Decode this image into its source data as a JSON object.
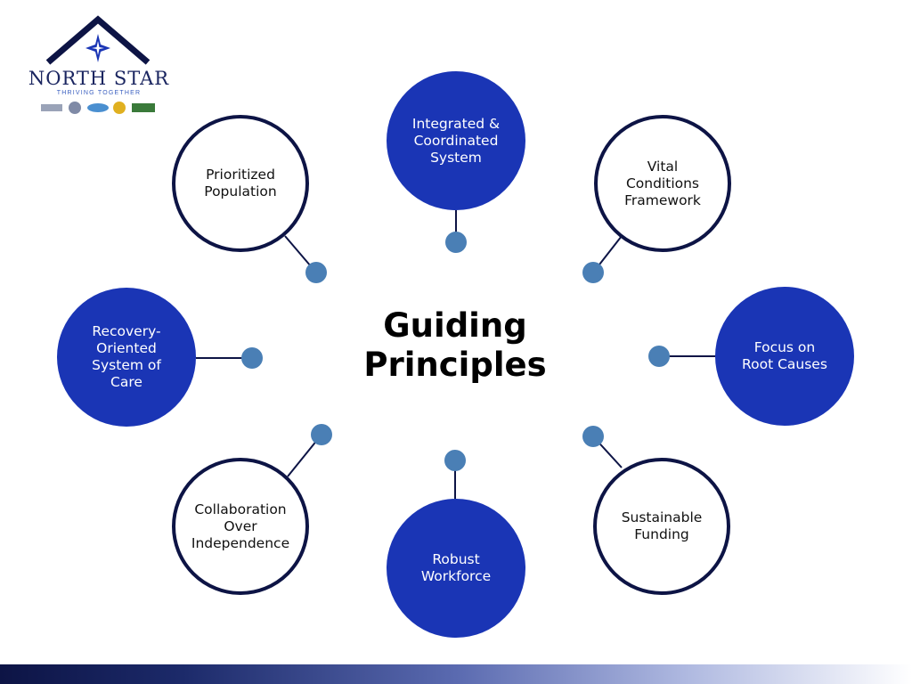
{
  "logo": {
    "name": "NORTH STAR",
    "tagline": "THRIVING TOGETHER"
  },
  "center_title": "Guiding\nPrinciples",
  "nodes": [
    {
      "id": "integrated",
      "label": "Integrated &\nCoordinated\nSystem",
      "style": "filled"
    },
    {
      "id": "vital-conditions",
      "label": "Vital\nConditions\nFramework",
      "style": "outlined"
    },
    {
      "id": "root-causes",
      "label": "Focus on\nRoot Causes",
      "style": "filled"
    },
    {
      "id": "sustainable-funding",
      "label": "Sustainable\nFunding",
      "style": "outlined"
    },
    {
      "id": "robust-workforce",
      "label": "Robust\nWorkforce",
      "style": "filled"
    },
    {
      "id": "collaboration",
      "label": "Collaboration\nOver\nIndependence",
      "style": "outlined"
    },
    {
      "id": "recovery",
      "label": "Recovery-\nOriented\nSystem of\nCare",
      "style": "filled"
    },
    {
      "id": "prioritized",
      "label": "Prioritized\nPopulation",
      "style": "outlined"
    }
  ],
  "colors": {
    "filled": "#1a35b5",
    "outline": "#0d1445",
    "connector_dot": "#4a7fb5",
    "connector_line": "#0d1445"
  }
}
